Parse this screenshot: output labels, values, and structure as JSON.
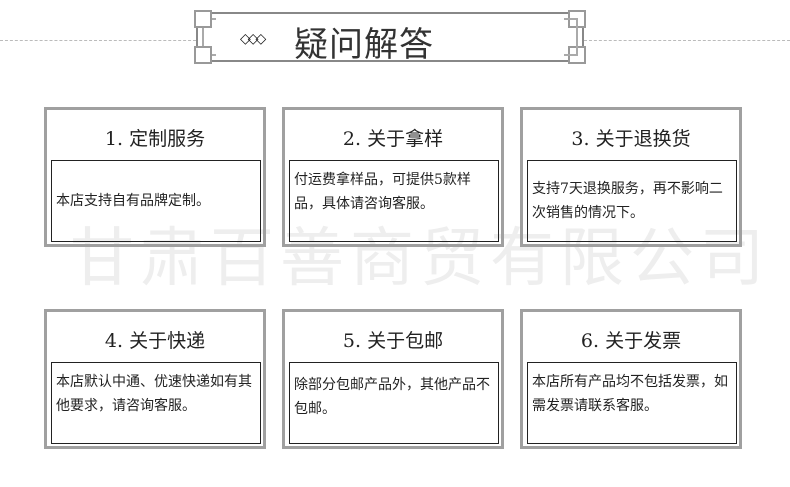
{
  "header": {
    "title": "疑问解答",
    "diamonds": "◇◇◇"
  },
  "watermark": "甘肃百善商贸有限公司",
  "cards": [
    {
      "title": "1. 定制服务",
      "body": "本店支持自有品牌定制。"
    },
    {
      "title": "2. 关于拿样",
      "body": "付运费拿样品，可提供5款样品，具体请咨询客服。"
    },
    {
      "title": "3. 关于退换货",
      "body": "支持7天退换服务，再不影响二次销售的情况下。"
    },
    {
      "title": "4. 关于快递",
      "body": "本店默认中通、优速快递如有其他要求，请咨询客服。"
    },
    {
      "title": "5. 关于包邮",
      "body": "除部分包邮产品外，其他产品不包邮。"
    },
    {
      "title": "6. 关于发票",
      "body": "本店所有产品均不包括发票，如需发票请联系客服。"
    }
  ]
}
